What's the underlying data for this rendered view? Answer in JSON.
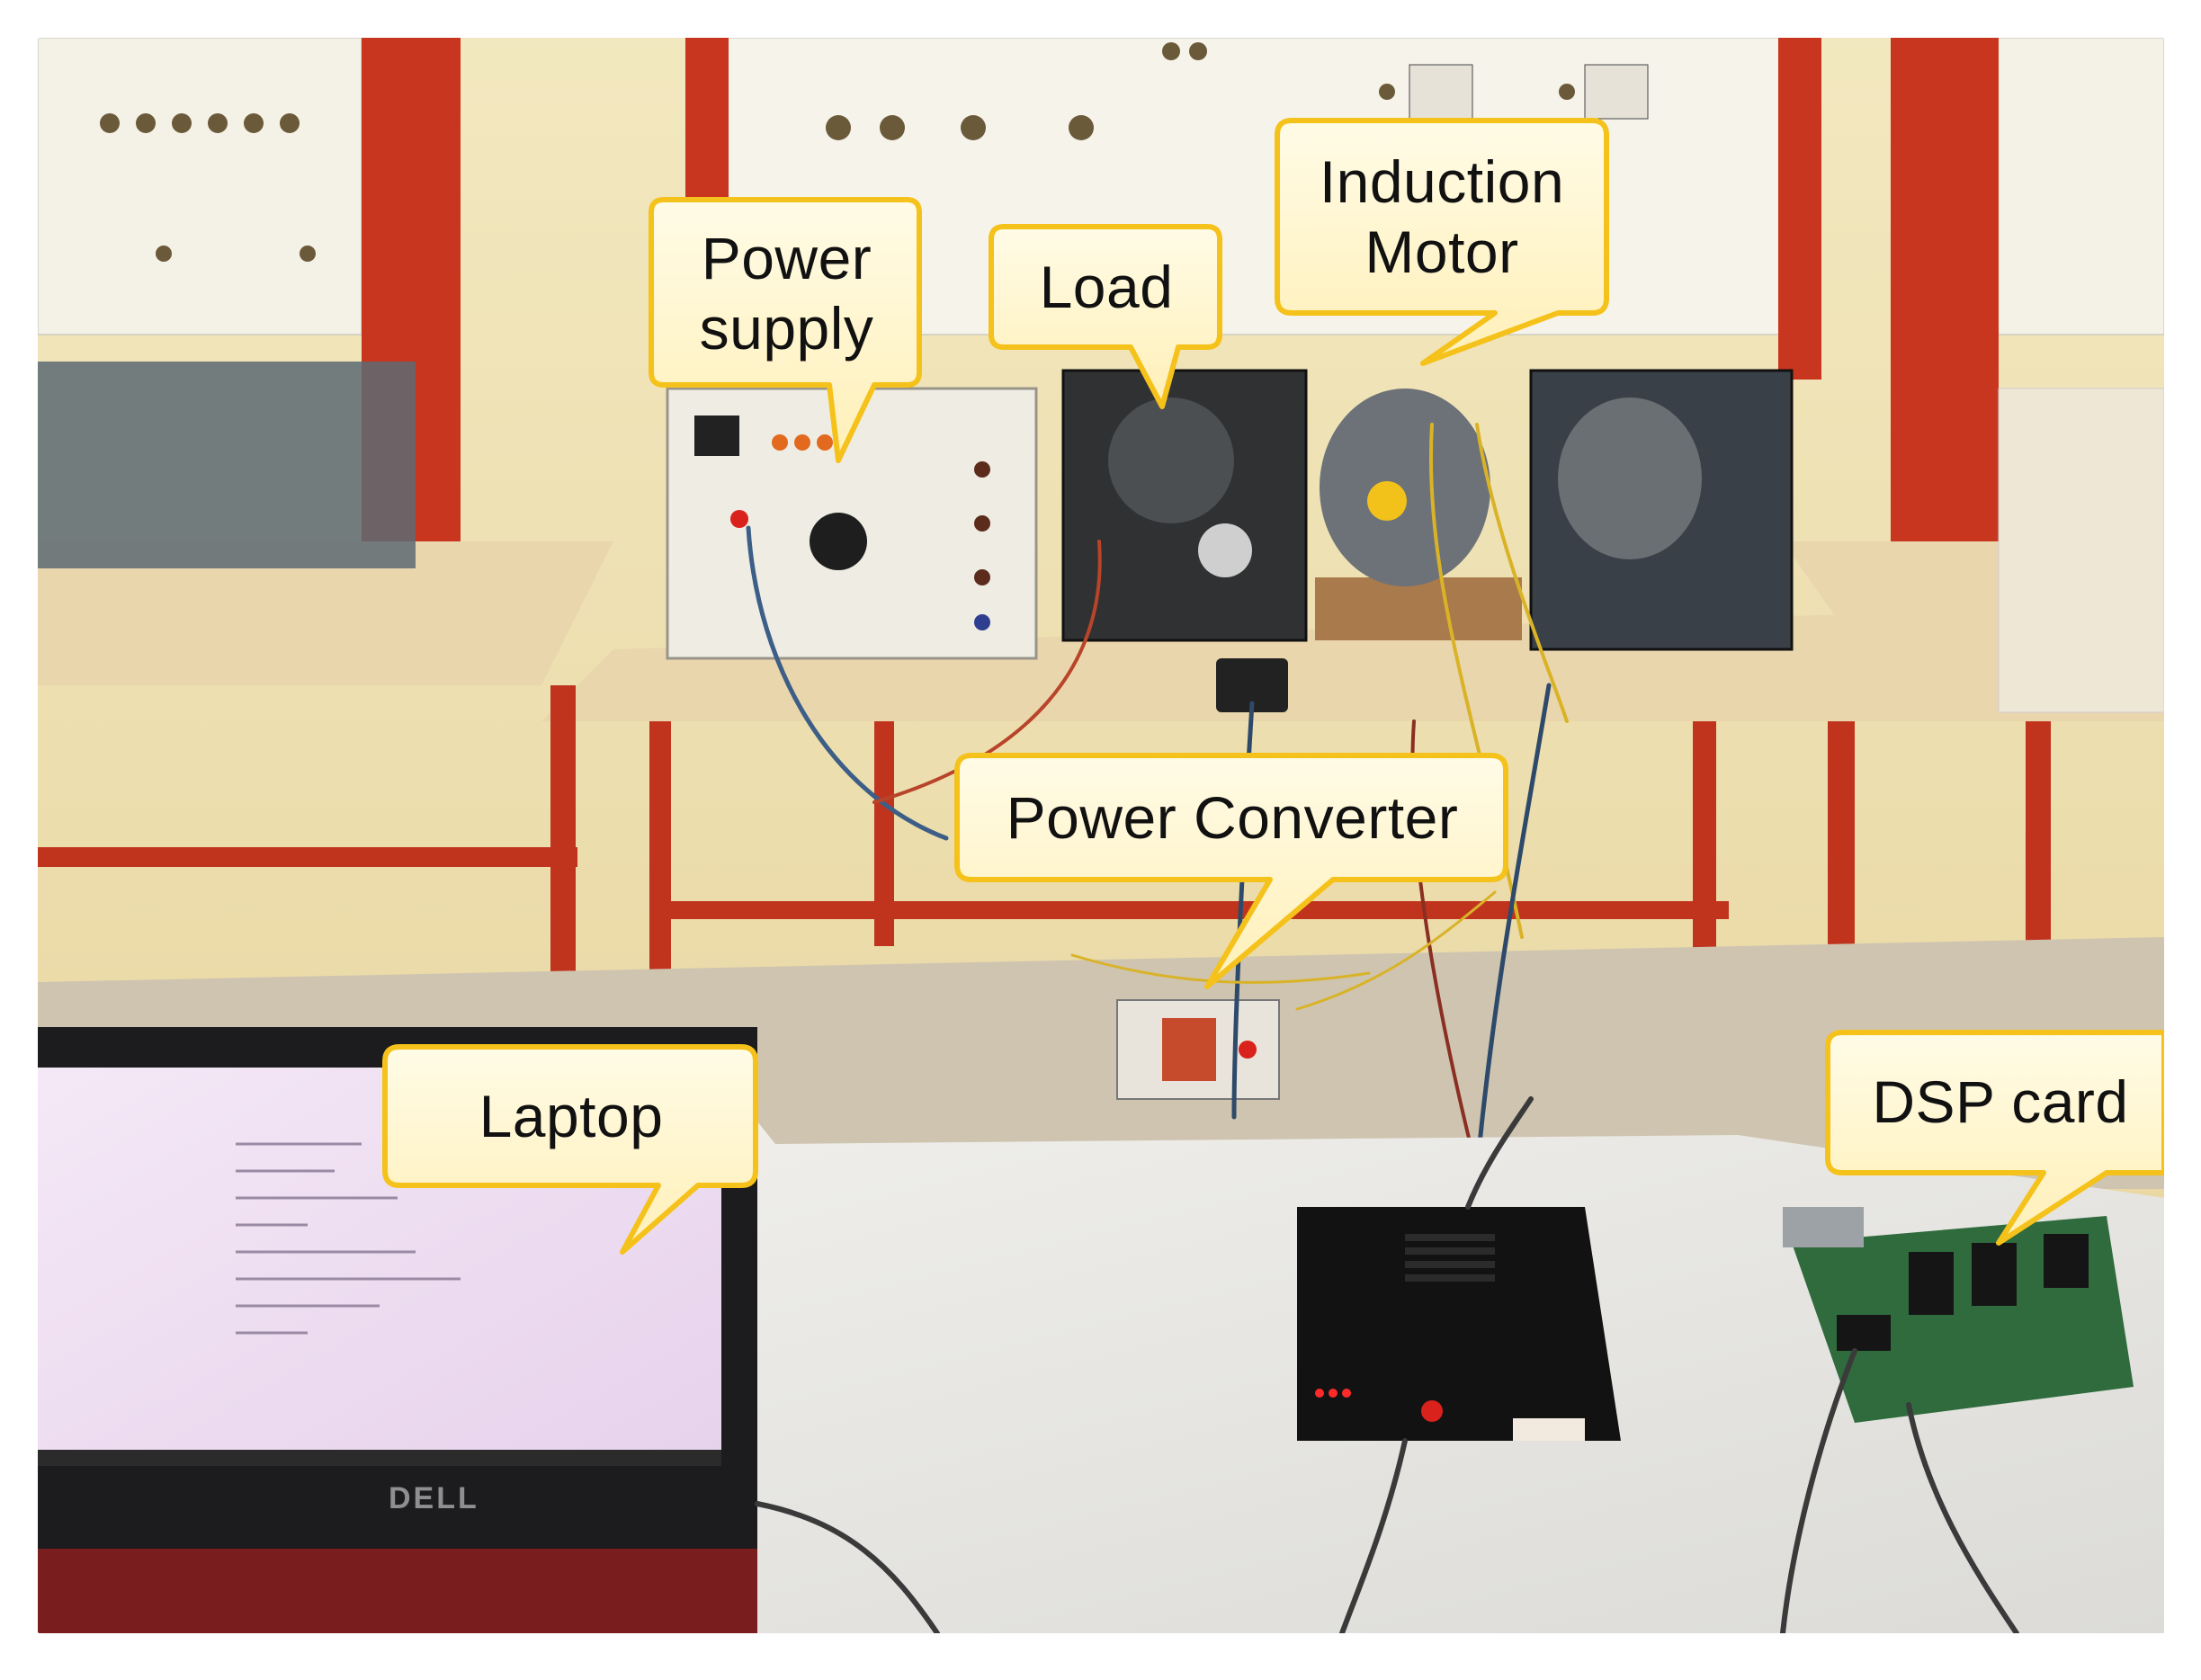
{
  "figure": {
    "description_free": true
  },
  "callouts": {
    "power_supply": [
      "Power",
      "supply"
    ],
    "load": "Load",
    "induction_motor": [
      "Induction",
      "Motor"
    ],
    "power_converter": "Power Converter",
    "laptop": "Laptop",
    "dsp_card": "DSP card"
  },
  "laptop": {
    "brand_logo": "DELL"
  },
  "colors": {
    "callout_fill": "#fff6cc",
    "callout_border": "#f5c21b",
    "frame_red": "#c8361f",
    "wall": "#f1e4b2",
    "bench_top": "#ead6ad",
    "table_white": "#ecebe8"
  }
}
